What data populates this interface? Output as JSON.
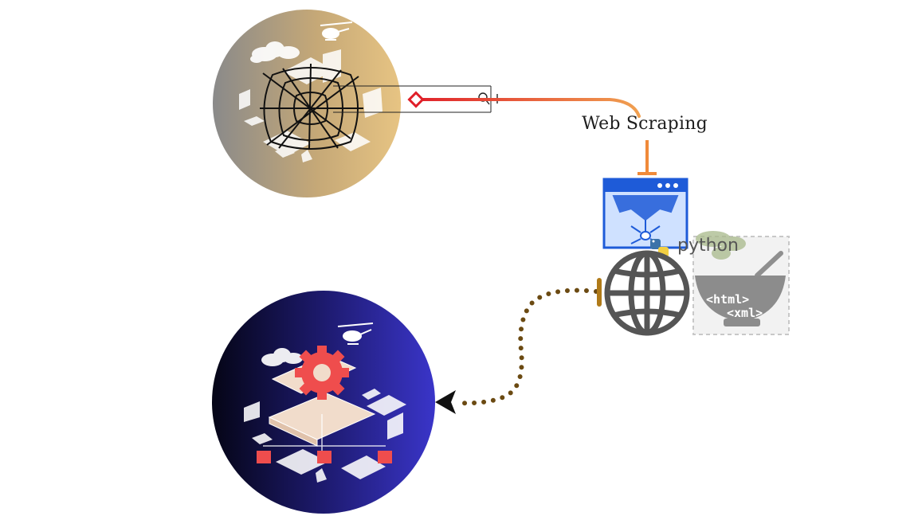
{
  "title": "Web Scraping",
  "python_logo_text": "python",
  "soup_bowl": {
    "line1": "<html>",
    "line2": "<xml>"
  },
  "colors": {
    "top_circle_start": "#8a8a8a",
    "top_circle_end": "#e7c483",
    "bottom_circle_start": "#050516",
    "bottom_circle_end": "#3a35c9",
    "connector_gradient_start": "#e0202a",
    "connector_gradient_end": "#f0a050",
    "dotted_path": "#5a4010",
    "browser_blue": "#1e5bd8",
    "globe_gray": "#555555",
    "gear_red": "#ef4d4d"
  },
  "icons": [
    "spider-web-icon",
    "search-bar-icon",
    "browser-window-icon",
    "spider-icon",
    "python-logo-icon",
    "globe-icon",
    "soup-bowl-icon",
    "gear-icon",
    "laptop-icon",
    "helicopter-icon",
    "cloud-icon",
    "arrowhead-icon"
  ]
}
